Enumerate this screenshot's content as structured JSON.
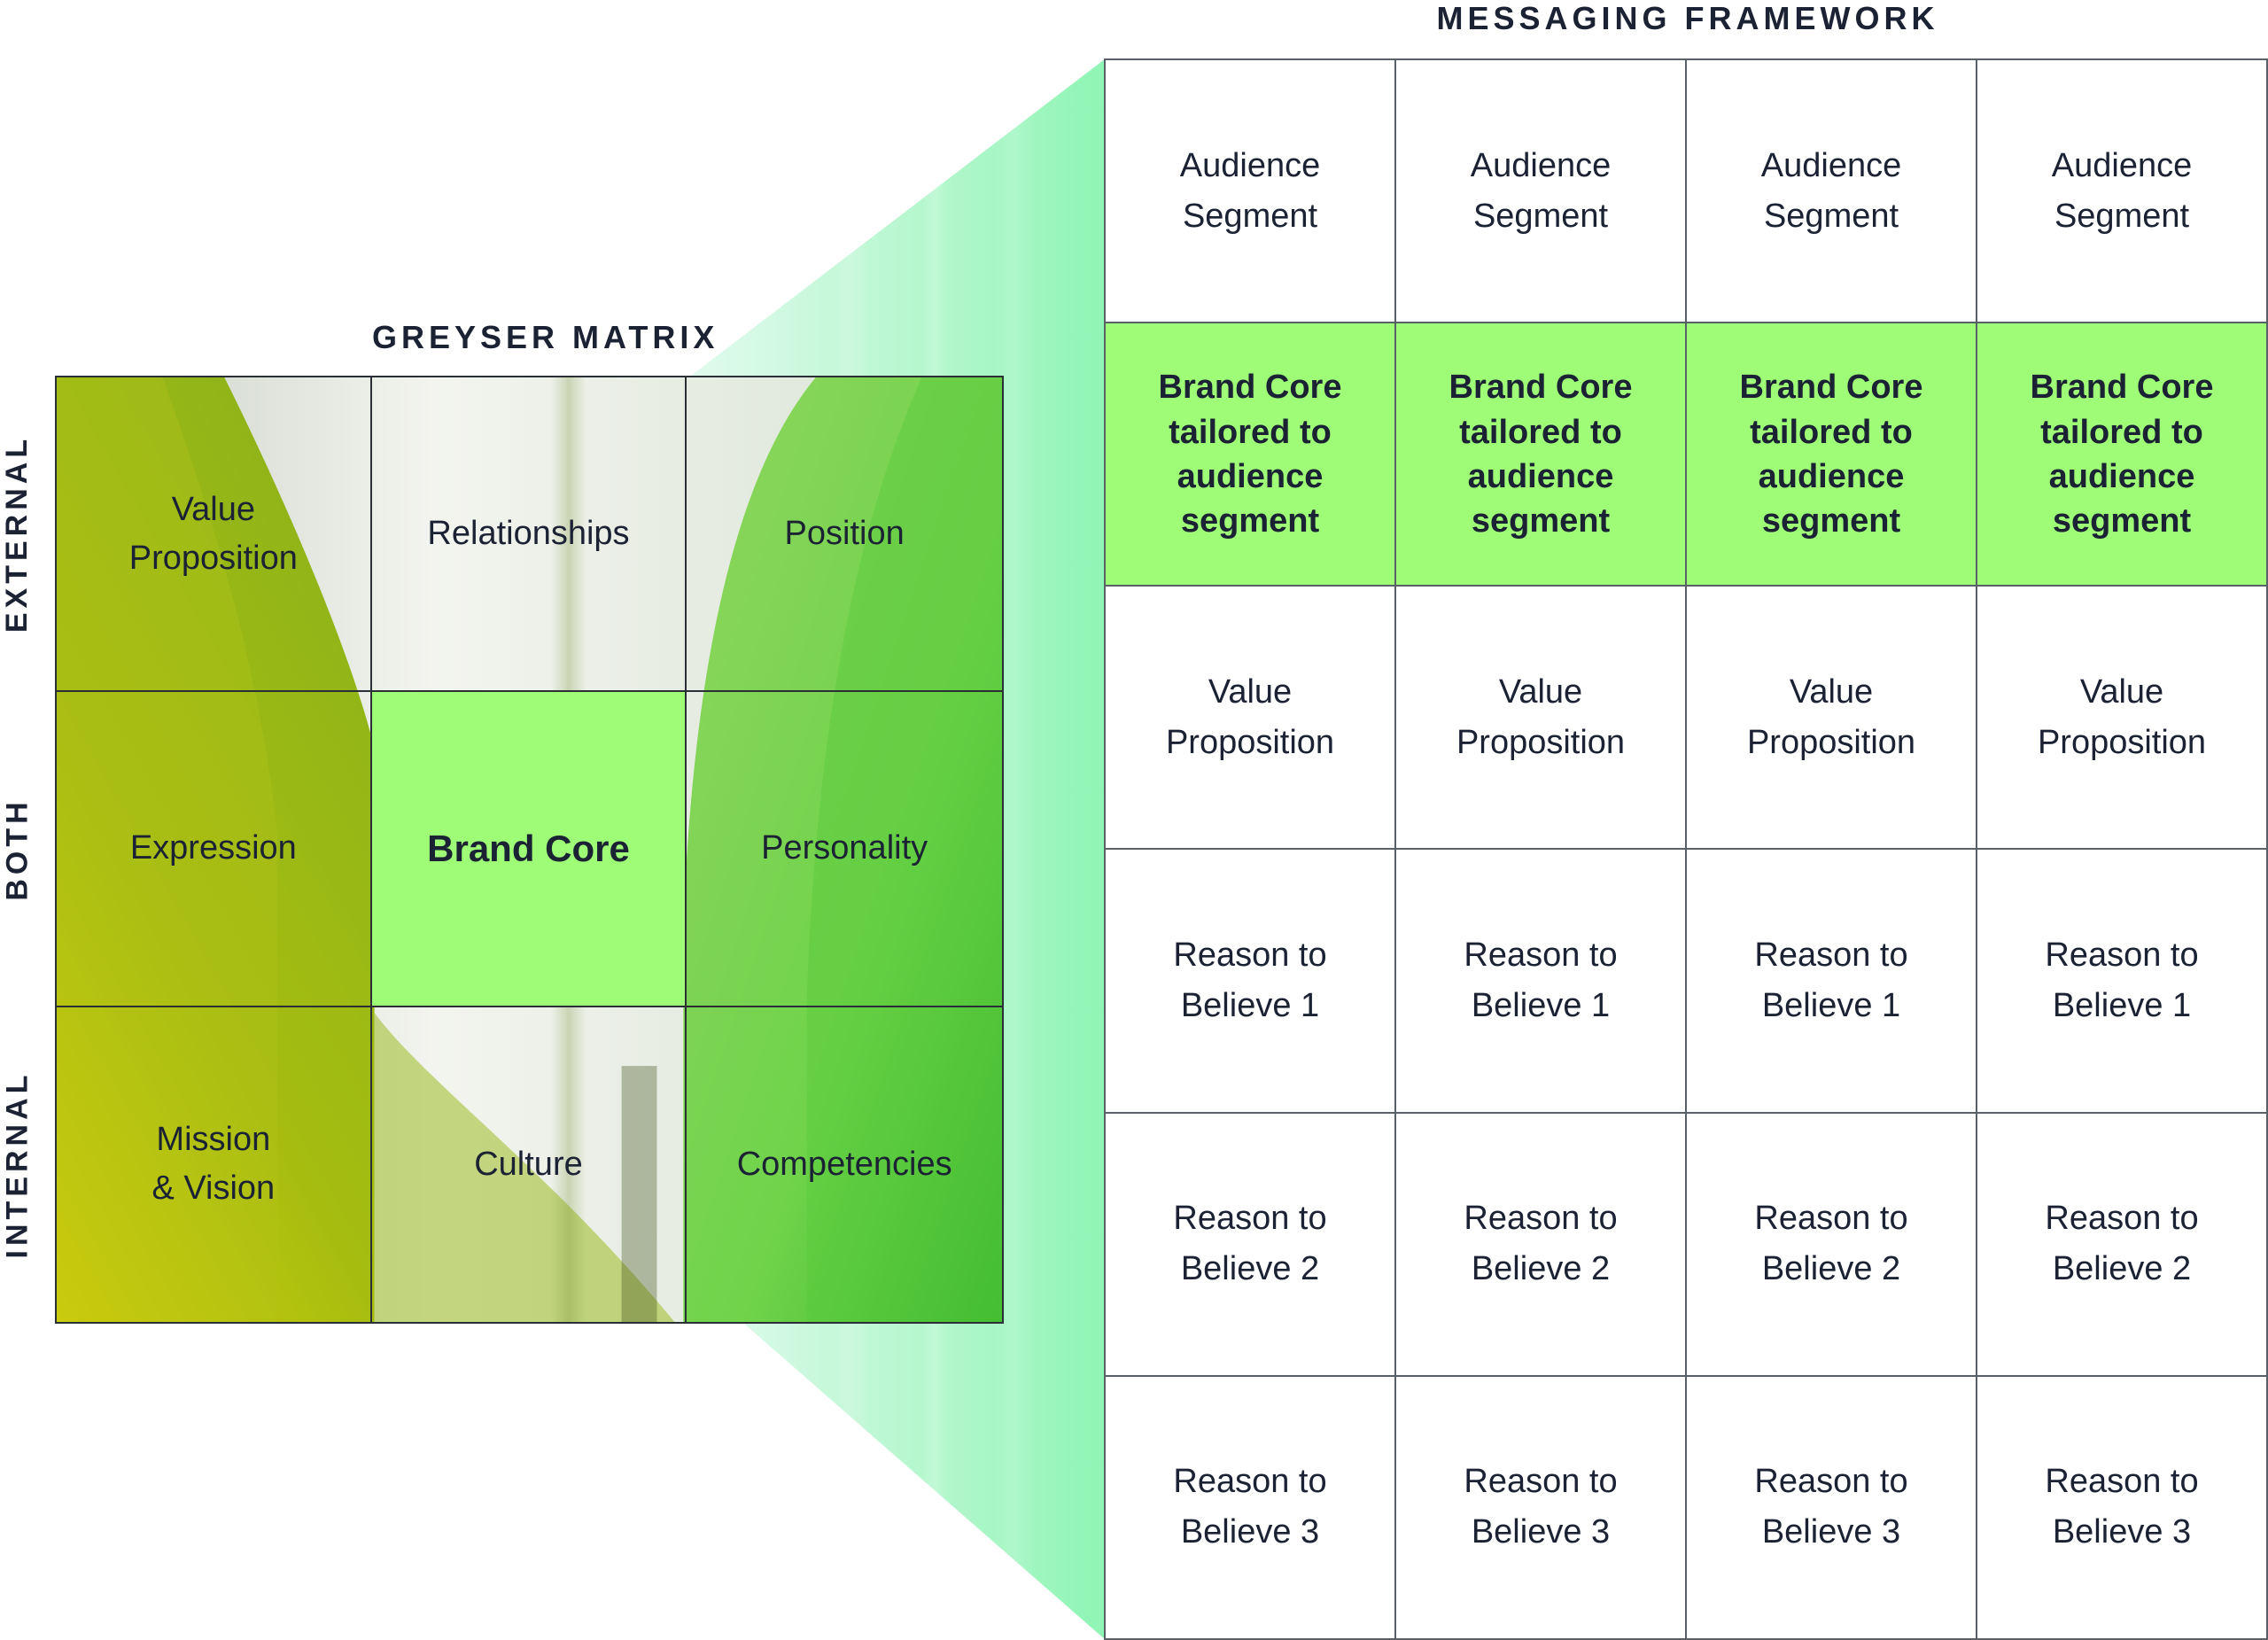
{
  "greyser_matrix": {
    "title": "GREYSER MATRIX",
    "row_labels": [
      "EXTERNAL",
      "BOTH",
      "INTERNAL"
    ],
    "cells": [
      [
        "Value\nProposition",
        "Relationships",
        "Position"
      ],
      [
        "Expression",
        "Brand Core",
        "Personality"
      ],
      [
        "Mission\n& Vision",
        "Culture",
        "Competencies"
      ]
    ],
    "highlight_color": "#9efc76"
  },
  "messaging_framework": {
    "title": "MESSAGING FRAMEWORK",
    "rows": [
      [
        "Audience\nSegment",
        "Audience\nSegment",
        "Audience\nSegment",
        "Audience\nSegment"
      ],
      [
        "Brand Core\ntailored to\naudience\nsegment",
        "Brand Core\ntailored to\naudience\nsegment",
        "Brand Core\ntailored to\naudience\nsegment",
        "Brand Core\ntailored to\naudience\nsegment"
      ],
      [
        "Value\nProposition",
        "Value\nProposition",
        "Value\nProposition",
        "Value\nProposition"
      ],
      [
        "Reason to\nBelieve 1",
        "Reason to\nBelieve 1",
        "Reason to\nBelieve 1",
        "Reason to\nBelieve 1"
      ],
      [
        "Reason to\nBelieve 2",
        "Reason to\nBelieve 2",
        "Reason to\nBelieve 2",
        "Reason to\nBelieve 2"
      ],
      [
        "Reason to\nBelieve 3",
        "Reason to\nBelieve 3",
        "Reason to\nBelieve 3",
        "Reason to\nBelieve 3"
      ]
    ],
    "highlight_color": "#9efc76",
    "connector_color": "#8ef5b4"
  }
}
